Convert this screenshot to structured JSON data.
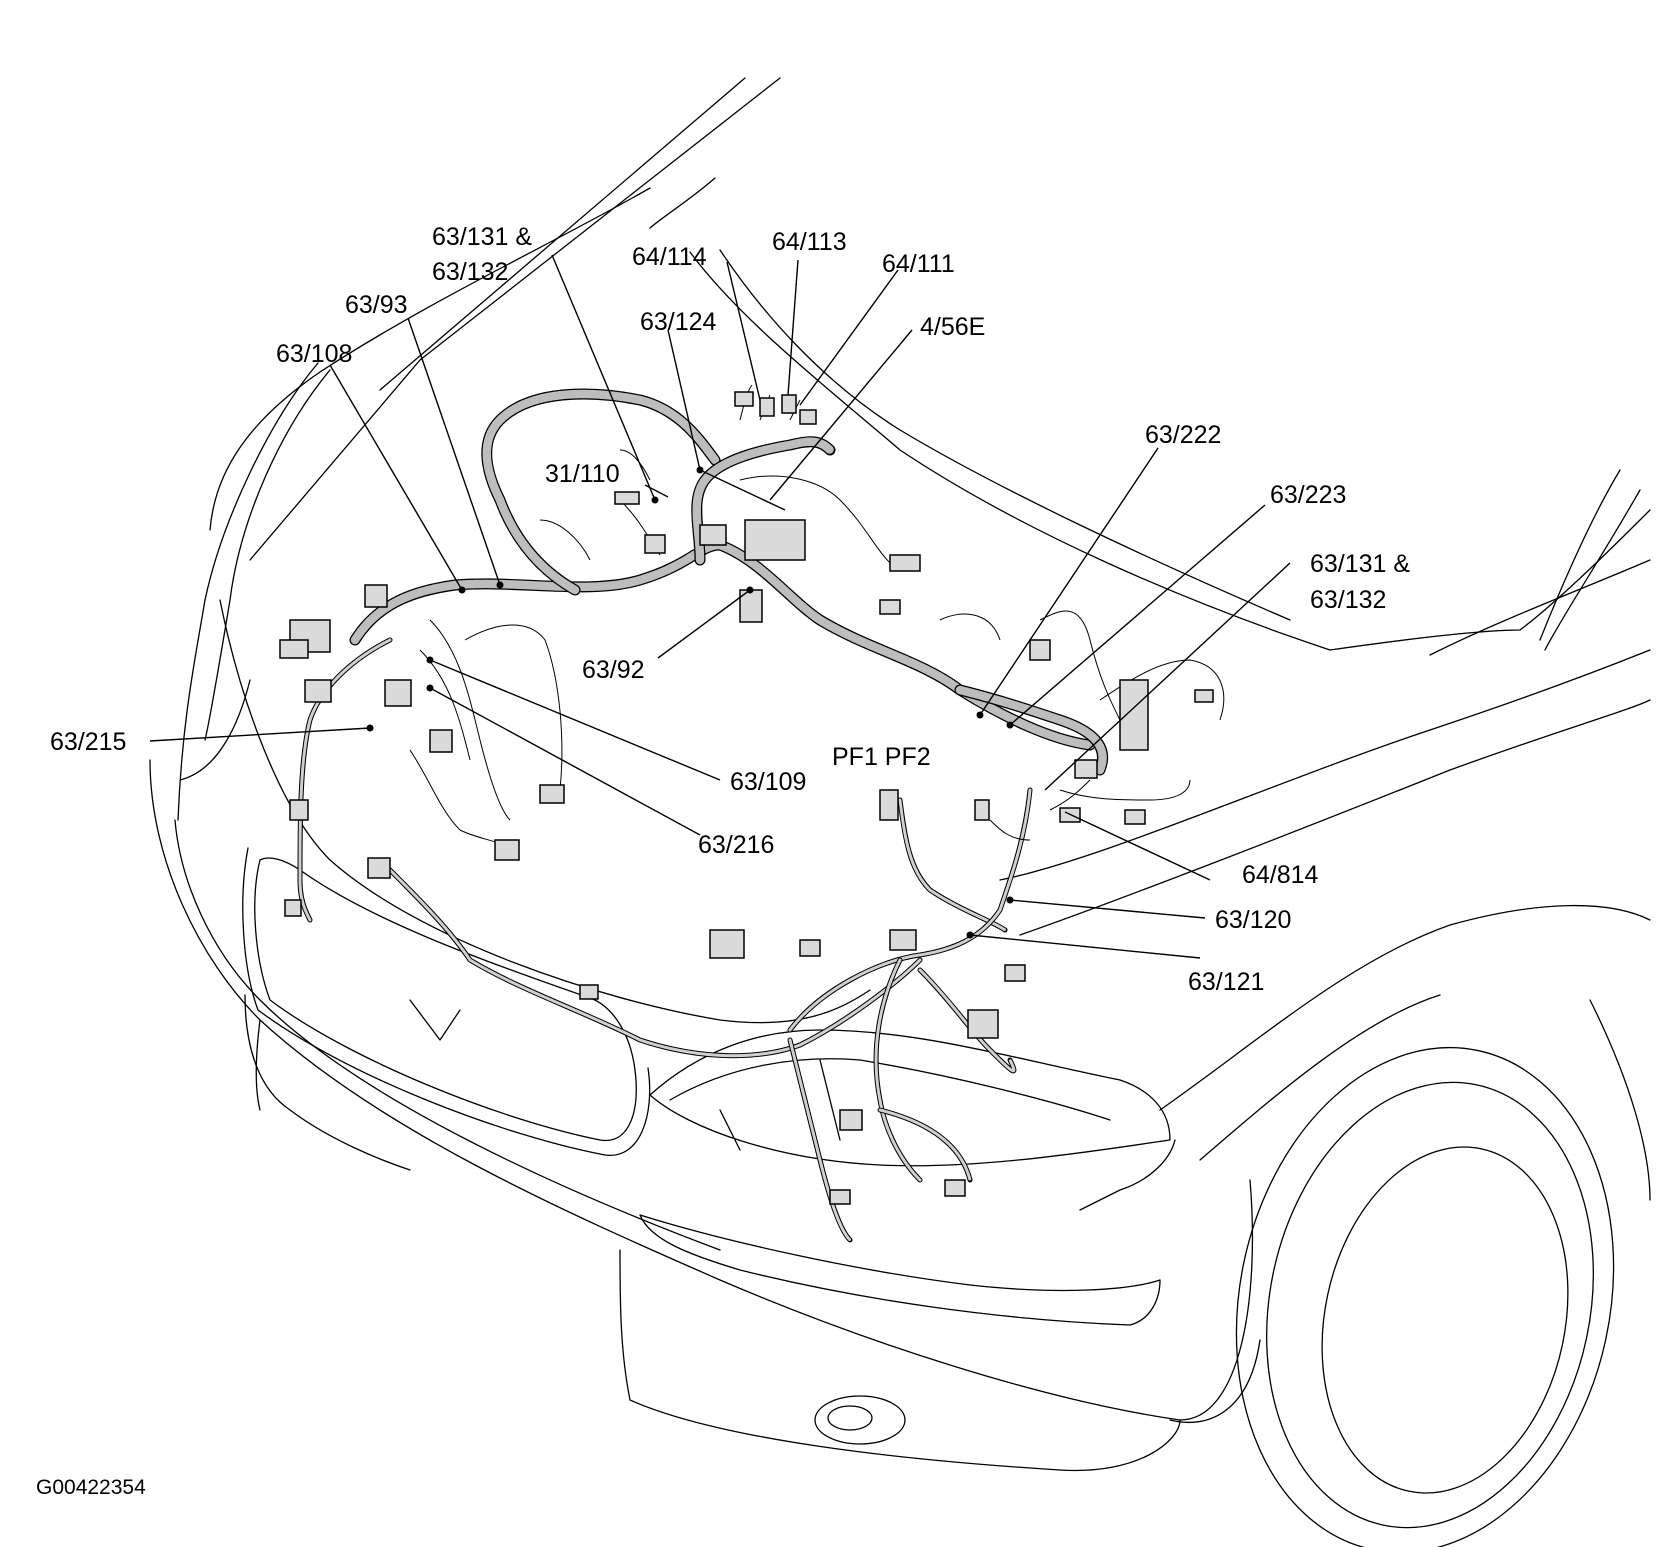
{
  "labels": {
    "l_63_131a_l1": "63/131 &",
    "l_63_131a_l2": "63/132",
    "l_64_114": "64/114",
    "l_64_113": "64/113",
    "l_64_111": "64/111",
    "l_4_56e": "4/56E",
    "l_63_124": "63/124",
    "l_63_93": "63/93",
    "l_63_108": "63/108",
    "l_31_110": "31/110",
    "l_63_222": "63/222",
    "l_63_223": "63/223",
    "l_63_131b_l1": "63/131 &",
    "l_63_131b_l2": "63/132",
    "l_63_92": "63/92",
    "l_63_215": "63/215",
    "l_63_109": "63/109",
    "l_63_216": "63/216",
    "l_pf": "PF1 PF2",
    "l_64_814": "64/814",
    "l_63_120": "63/120",
    "l_63_121": "63/121"
  },
  "figure_id": "G00422354"
}
